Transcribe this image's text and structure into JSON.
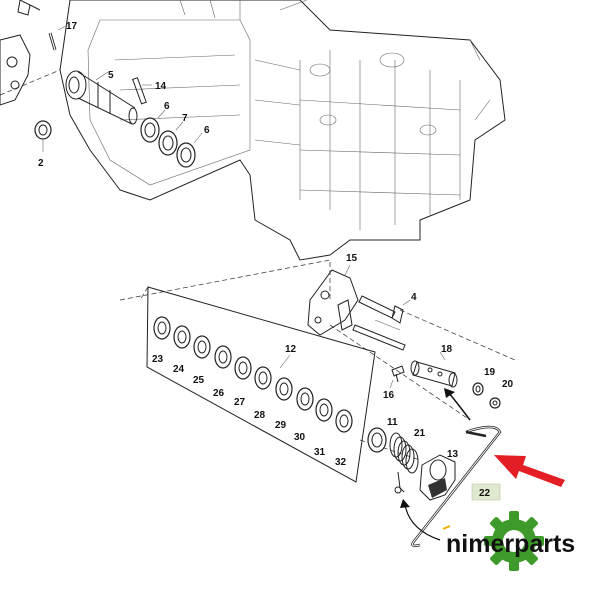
{
  "diagram": {
    "callouts": {
      "c17": "17",
      "c5": "5",
      "c14": "14",
      "c6a": "6",
      "c7": "7",
      "c6b": "6",
      "c2": "2",
      "c15": "15",
      "c4": "4",
      "c12": "12",
      "c18": "18",
      "c16": "16",
      "c19": "19",
      "c20": "20",
      "c11": "11",
      "c21": "21",
      "c13": "13",
      "c22": "22",
      "c23": "23",
      "c24": "24",
      "c25": "25",
      "c26": "26",
      "c27": "27",
      "c28": "28",
      "c29": "29",
      "c30": "30",
      "c31": "31",
      "c32": "32"
    },
    "colors": {
      "arrow": "#e31e24",
      "highlight_box": "#dfe9cf",
      "logo_green": "#3e9a2a"
    }
  },
  "logo": {
    "text": "nimerparts",
    "icon": "gear-logo-icon"
  }
}
